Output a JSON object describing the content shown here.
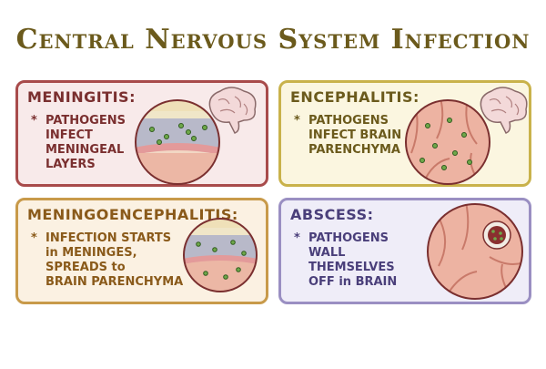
{
  "title": "Central Nervous System Infection",
  "cards": [
    {
      "heading": "MENINGITIS:",
      "bullet": "*",
      "lines": [
        "PATHOGENS",
        "INFECT",
        "MENINGEAL",
        "LAYERS"
      ],
      "colors": {
        "border": "#a84b4b",
        "bg": "#f8eaea",
        "text": "#7a2f2f"
      }
    },
    {
      "heading": "ENCEPHALITIS:",
      "bullet": "*",
      "lines": [
        "PATHOGENS",
        "INFECT BRAIN",
        "PARENCHYMA"
      ],
      "colors": {
        "border": "#c9b24b",
        "bg": "#fbf6e0",
        "text": "#6b5a1c"
      }
    },
    {
      "heading": "MENINGOENCEPHALITIS:",
      "bullet": "*",
      "lines": [
        "INFECTION STARTS",
        "in MENINGES,",
        "SPREADS to",
        "BRAIN PARENCHYMA"
      ],
      "colors": {
        "border": "#c89a4a",
        "bg": "#fbf1e2",
        "text": "#8a5a1a"
      }
    },
    {
      "heading": "ABSCESS:",
      "bullet": "*",
      "lines": [
        "PATHOGENS",
        "WALL",
        "THEMSELVES",
        "OFF in BRAIN"
      ],
      "colors": {
        "border": "#9a8fc2",
        "bg": "#efedf8",
        "text": "#4a3f7a"
      }
    }
  ]
}
